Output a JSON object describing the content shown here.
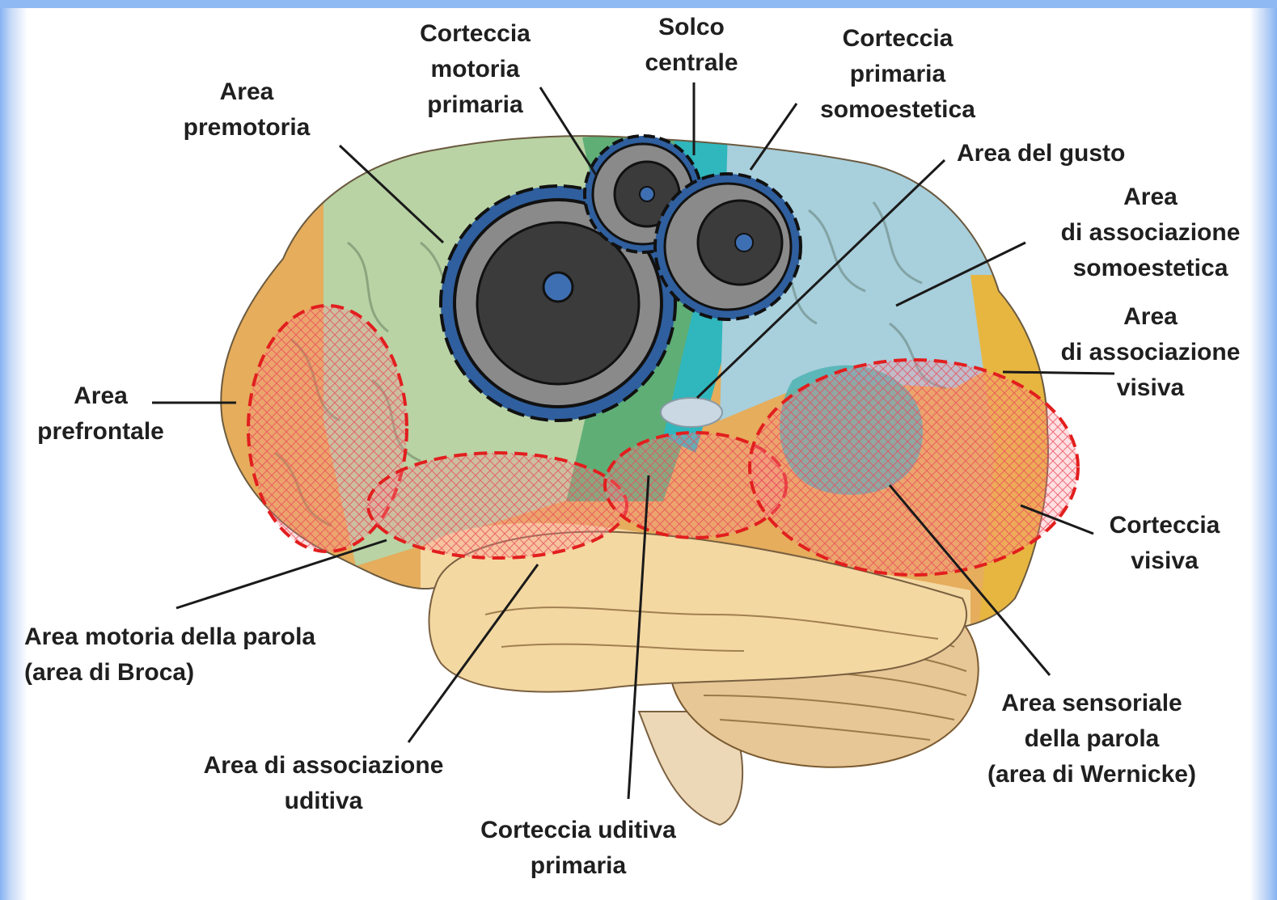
{
  "labels": {
    "corteccia_motoria_primaria": "Corteccia\nmotoria\nprimaria",
    "solco_centrale": "Solco\ncentrale",
    "corteccia_primaria_somoestetica": "Corteccia\nprimaria\nsomoestetica",
    "area_premotoria": "Area\npremotoria",
    "area_del_gusto": "Area del gusto",
    "area_associazione_somoestetica": "Area\ndi associazione\nsomoestetica",
    "area_associazione_visiva": "Area\ndi associazione\nvisiva",
    "area_prefrontale": "Area\nprefrontale",
    "corteccia_visiva": "Corteccia\nvisiva",
    "area_broca": "Area motoria della parola\n(area di Broca)",
    "area_wernicke": "Area sensoriale\ndella parola\n(area di Wernicke)",
    "area_associazione_uditiva": "Area di associazione\nuditiva",
    "corteccia_uditiva_primaria": "Corteccia uditiva\nprimaria"
  },
  "colors": {
    "frontal": "#e5ad5c",
    "premotor": "#b9d3a4",
    "motor": "#5fae76",
    "central": "#2fb7bd",
    "parietal": "#a8cfdc",
    "occipital": "#e7b640",
    "temporal": "#f4d8a2",
    "cerebellum": "#e7c796",
    "highlight": "#e21e1e"
  }
}
